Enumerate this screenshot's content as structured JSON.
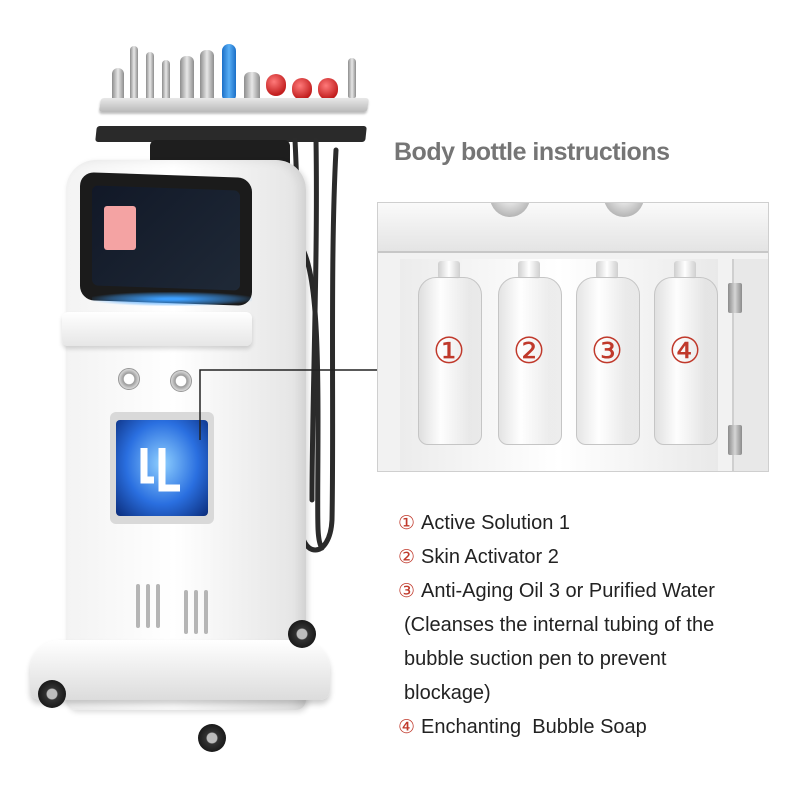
{
  "heading": "Body bottle instructions",
  "bottles": [
    {
      "number": "①"
    },
    {
      "number": "②"
    },
    {
      "number": "③"
    },
    {
      "number": "④"
    }
  ],
  "instructions": [
    {
      "number": "①",
      "text": "Active Solution 1"
    },
    {
      "number": "②",
      "text": "Skin Activator 2"
    },
    {
      "number": "③",
      "text": "Anti-Aging Oil 3 or Purified Water"
    },
    {
      "number": "",
      "text": "(Cleanses the internal tubing of the"
    },
    {
      "number": "",
      "text": "bubble suction pen to prevent"
    },
    {
      "number": "",
      "text": "blockage)"
    },
    {
      "number": "④",
      "text": "Enchanting  Bubble Soap"
    }
  ],
  "colors": {
    "number_accent": "#c0392b",
    "heading": "#757575",
    "screen_glow": "#3ea0ff"
  },
  "icons": {
    "machine": "beauty-machine-illustration",
    "door_logo": "jl-logo-mark"
  }
}
